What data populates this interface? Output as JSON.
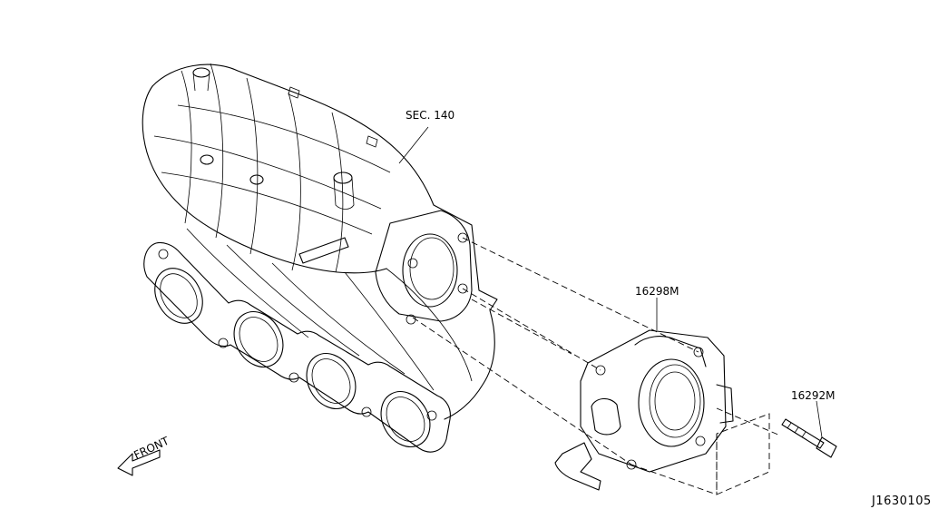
{
  "labels": {
    "sec": "SEC. 140",
    "throttle_body": "16298M",
    "bolt": "16292M",
    "front": "FRONT",
    "diagram_id": "J1630105"
  },
  "colors": {
    "background": "#ffffff",
    "ink": "#000000"
  }
}
